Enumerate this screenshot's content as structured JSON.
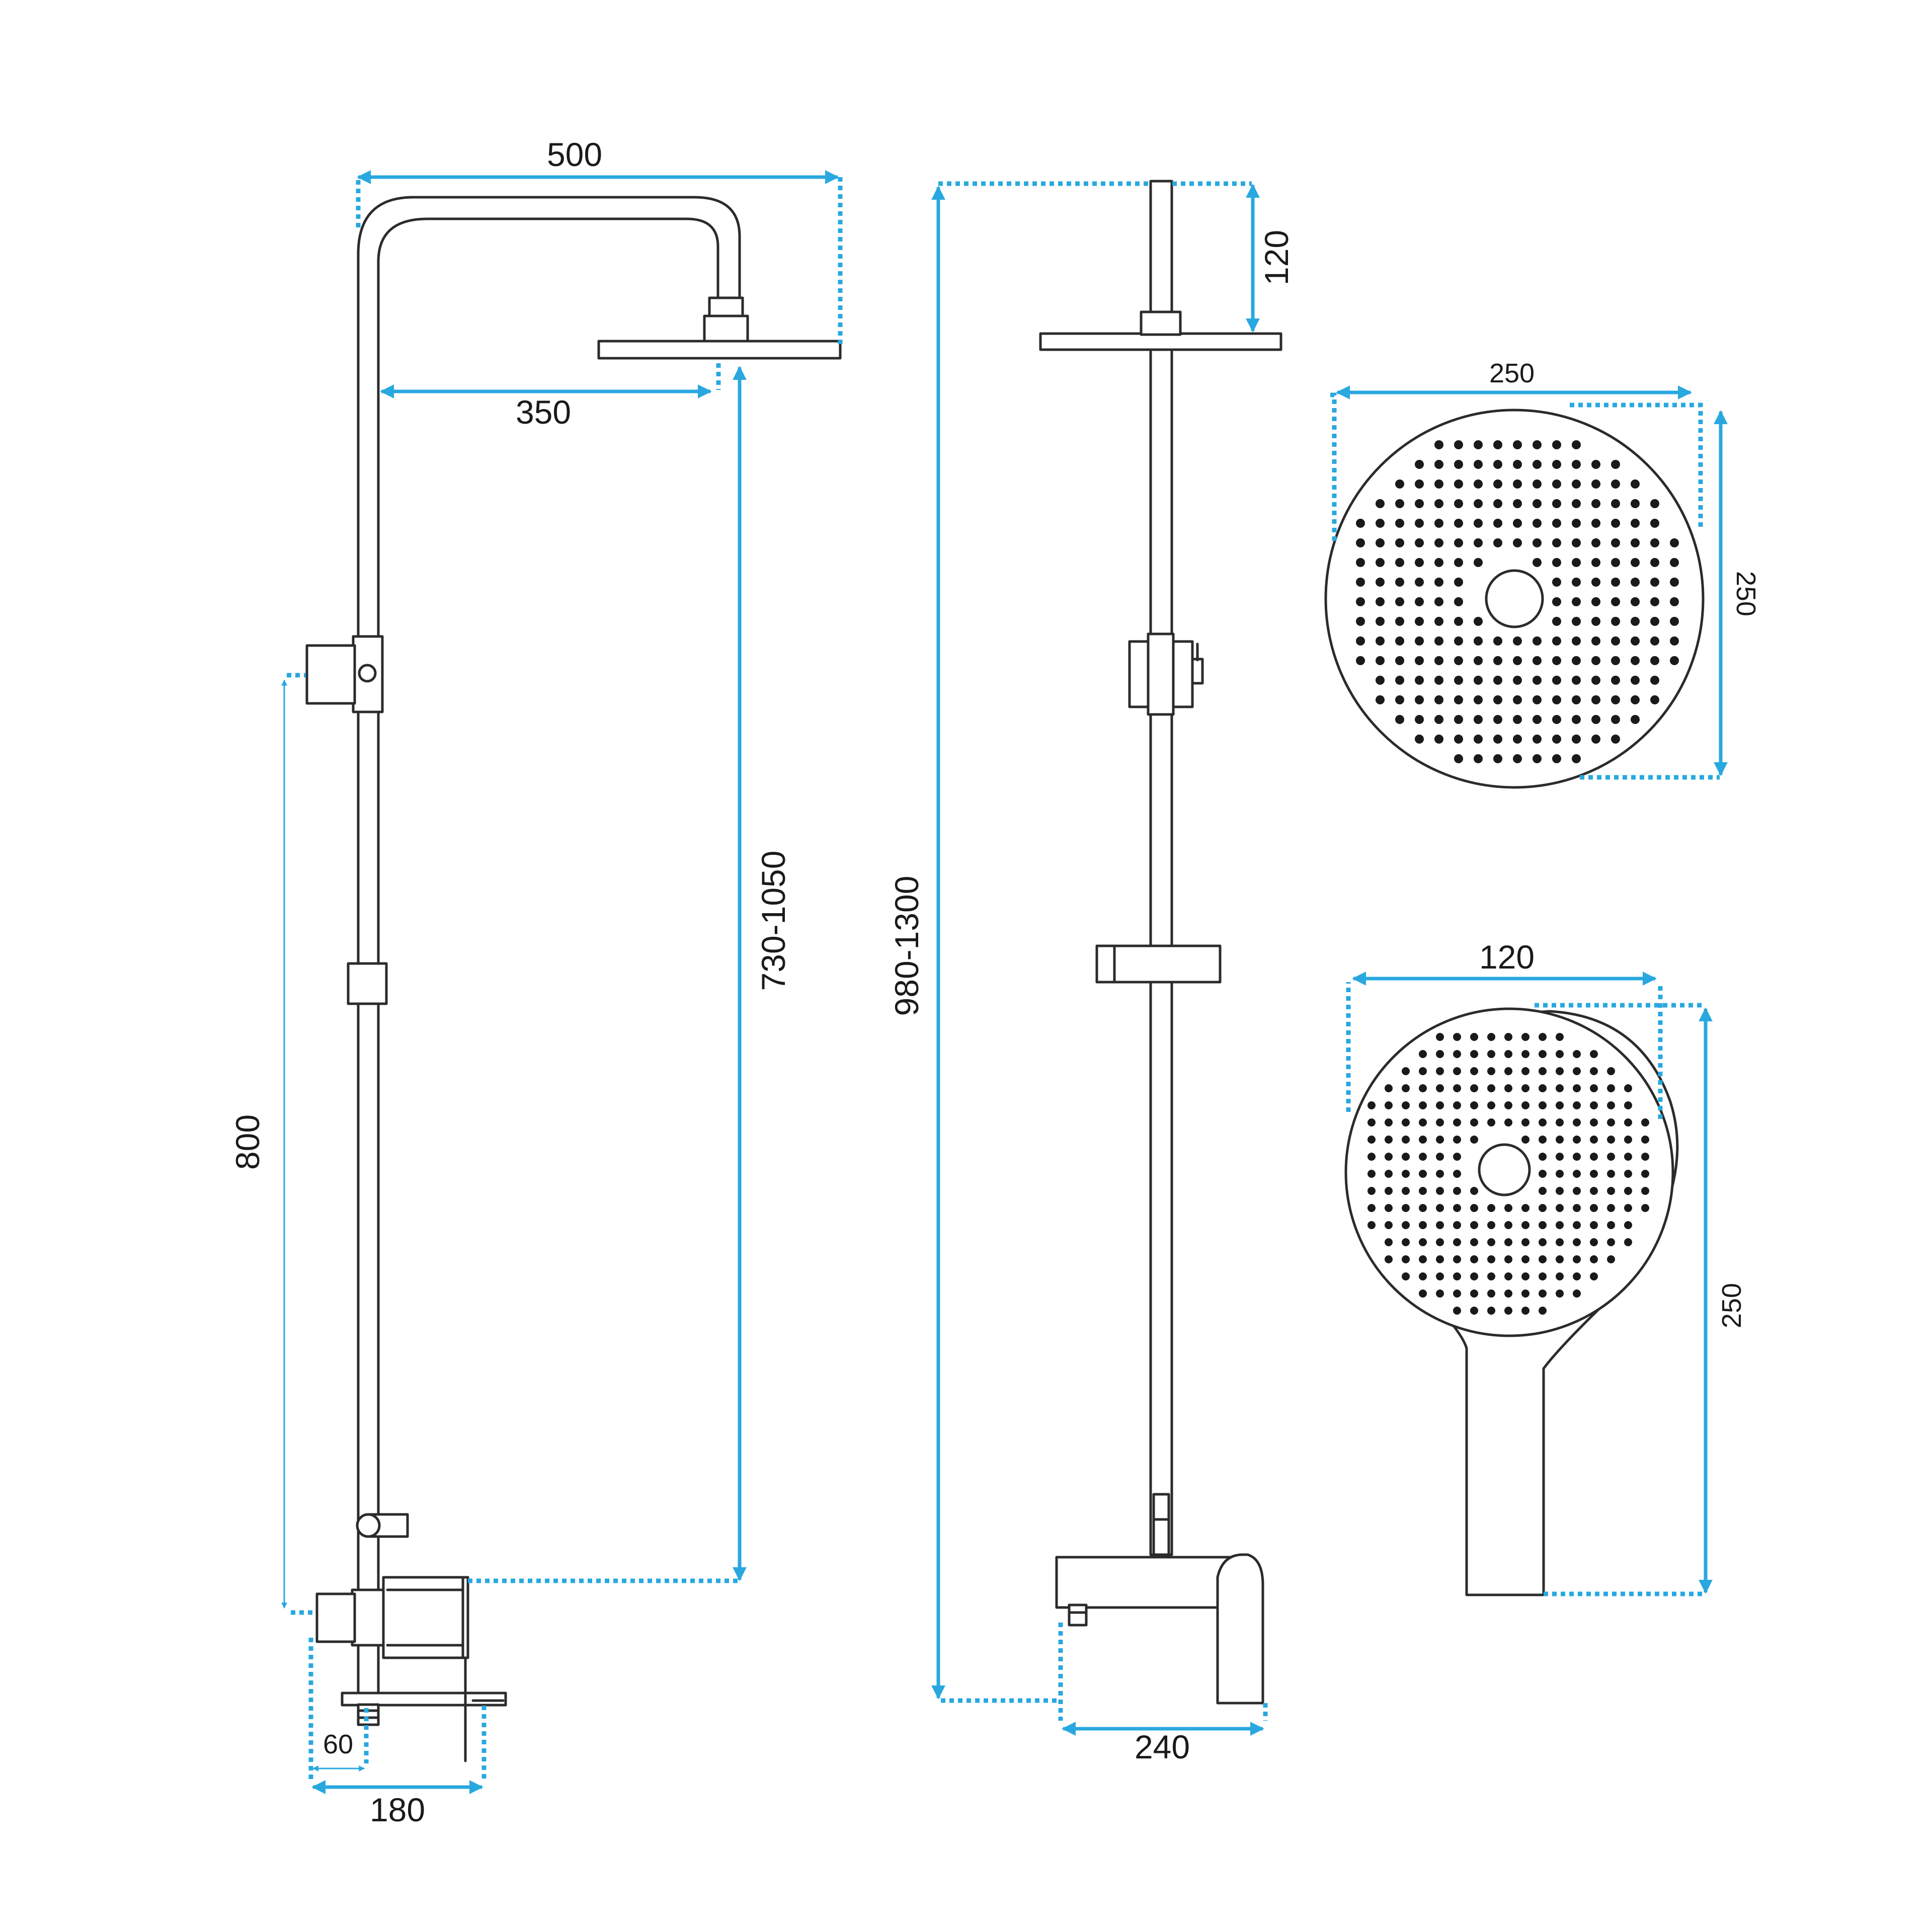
{
  "colors": {
    "dimension": "#29a8df",
    "outline": "#2b2b2b"
  },
  "front_view": {
    "width_total": "500",
    "arm_reach": "350",
    "height_head": "730-1050",
    "height_bracket": "800",
    "depth_small": "60",
    "depth_mixer": "180"
  },
  "side_view": {
    "height_total": "980-1300",
    "arm_drop": "120",
    "spout_depth": "240"
  },
  "head_shower": {
    "width": "250",
    "height": "250"
  },
  "hand_shower": {
    "width": "120",
    "length": "250"
  }
}
